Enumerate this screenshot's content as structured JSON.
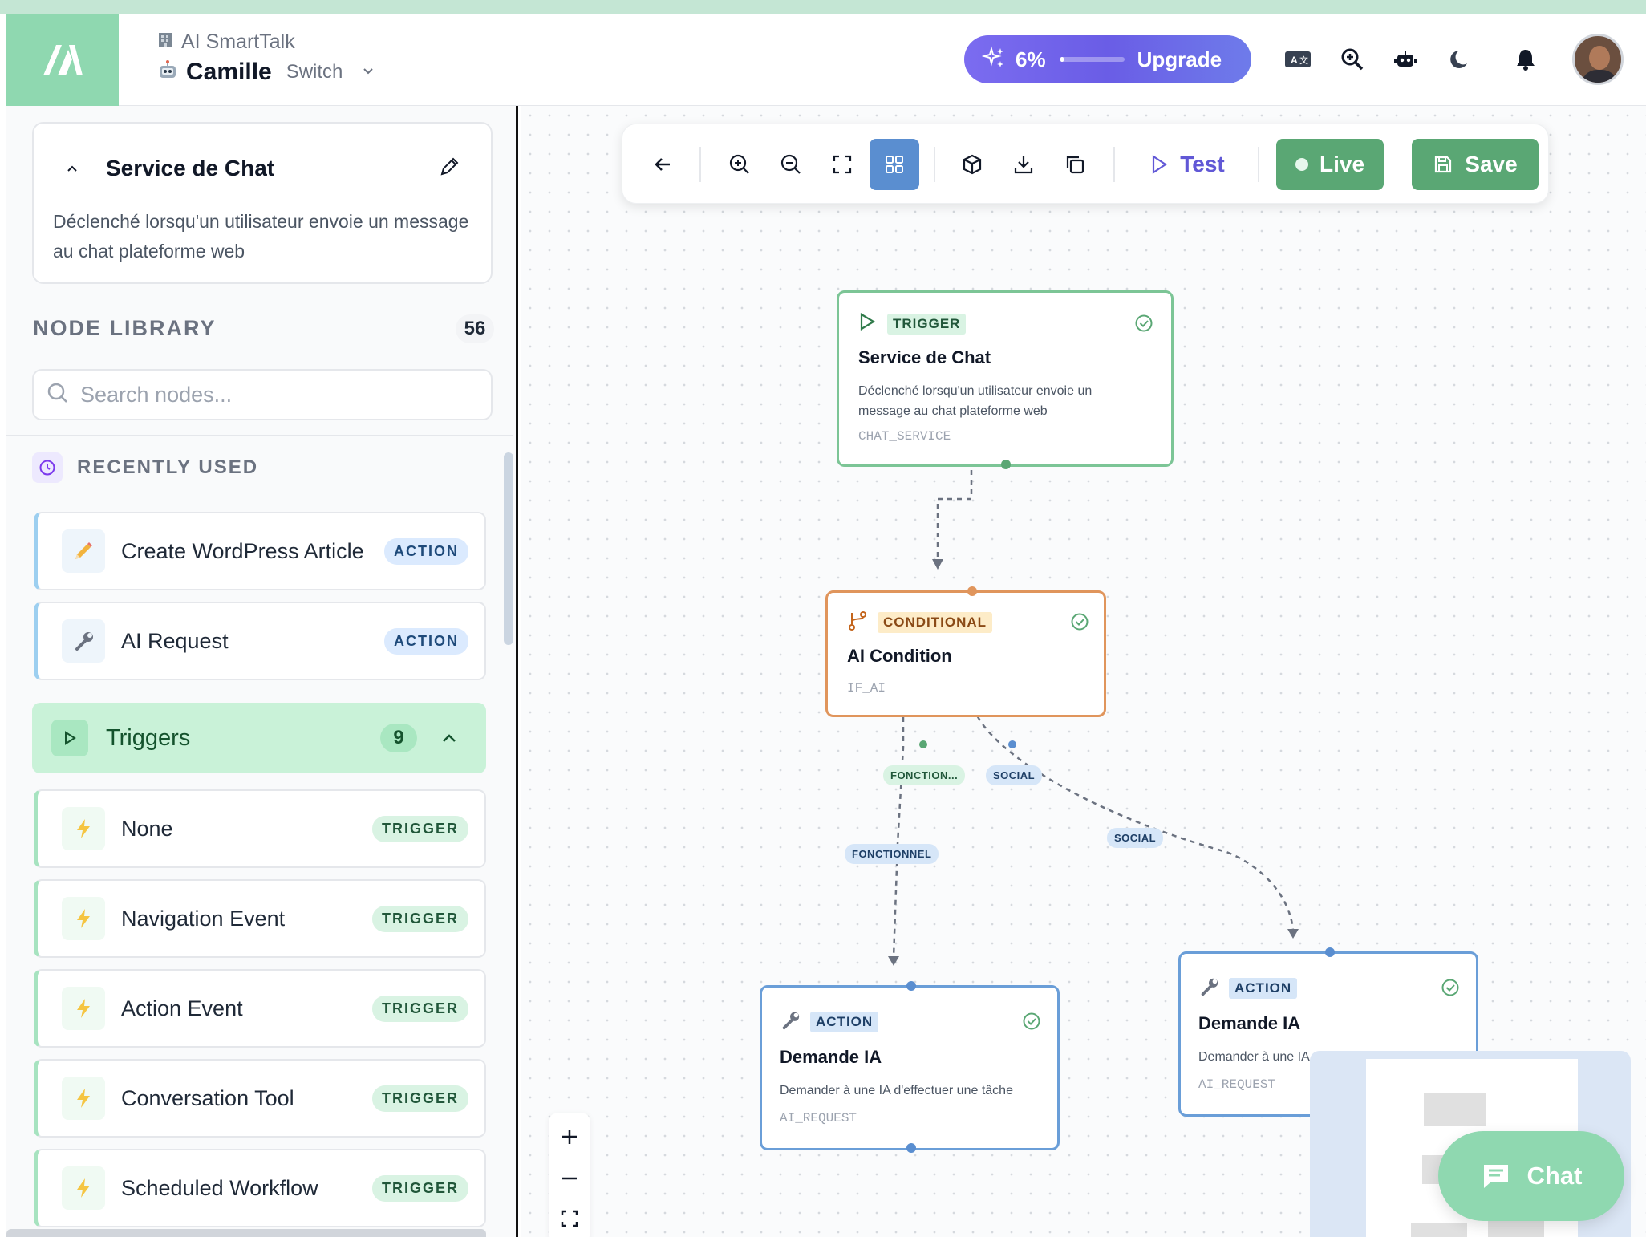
{
  "header": {
    "workspace_icon": "building-icon",
    "workspace_name": "AI SmartTalk",
    "agent_icon": "robot-emoji-icon",
    "agent_name": "Camille",
    "switch_label": "Switch",
    "usage_percent": "6%",
    "usage_fraction": 0.06,
    "upgrade_label": "Upgrade",
    "icons": [
      "translate-icon",
      "search-zoom-icon",
      "robot-icon",
      "moon-icon",
      "bell-icon"
    ]
  },
  "sidebar": {
    "service": {
      "title": "Service de Chat",
      "description": "Déclenché lorsqu'un utilisateur envoie un message au chat plateforme web"
    },
    "library_title": "NODE LIBRARY",
    "library_count": "56",
    "search_placeholder": "Search nodes...",
    "recent_label": "RECENTLY USED",
    "recent_items": [
      {
        "label": "Create WordPress Article",
        "badge": "ACTION",
        "icon": "pencil-icon"
      },
      {
        "label": "AI Request",
        "badge": "ACTION",
        "icon": "wrench-icon"
      }
    ],
    "category": {
      "label": "Triggers",
      "count": "9"
    },
    "trigger_items": [
      {
        "label": "None",
        "badge": "TRIGGER"
      },
      {
        "label": "Navigation Event",
        "badge": "TRIGGER"
      },
      {
        "label": "Action Event",
        "badge": "TRIGGER"
      },
      {
        "label": "Conversation Tool",
        "badge": "TRIGGER"
      },
      {
        "label": "Scheduled Workflow",
        "badge": "TRIGGER"
      }
    ]
  },
  "toolbar": {
    "test_label": "Test",
    "live_label": "Live",
    "save_label": "Save"
  },
  "nodes": {
    "trigger": {
      "type": "TRIGGER",
      "title": "Service de Chat",
      "description": "Déclenché lorsqu'un utilisateur envoie un message au chat plateforme web",
      "code": "CHAT_SERVICE"
    },
    "condition": {
      "type": "CONDITIONAL",
      "title": "AI Condition",
      "code": "IF_AI"
    },
    "action_left": {
      "type": "ACTION",
      "title": "Demande IA",
      "description": "Demander à une IA d'effectuer une tâche",
      "code": "AI_REQUEST"
    },
    "action_right": {
      "type": "ACTION",
      "title": "Demande IA",
      "description": "Demander à une IA",
      "code": "AI_REQUEST"
    }
  },
  "edges": {
    "label_fonction_short": "FONCTION...",
    "label_social_top": "SOCIAL",
    "label_fonctionnel": "FONCTIONNEL",
    "label_social": "SOCIAL"
  },
  "chat_button": {
    "label": "Chat"
  },
  "colors": {
    "brand_green": "#8fd8b0",
    "live_green": "#5aa774",
    "upgrade_purple": "#6a5de6",
    "trigger_border": "#7cc596",
    "condition_border": "#e0955c",
    "action_border": "#6a9ed8"
  }
}
